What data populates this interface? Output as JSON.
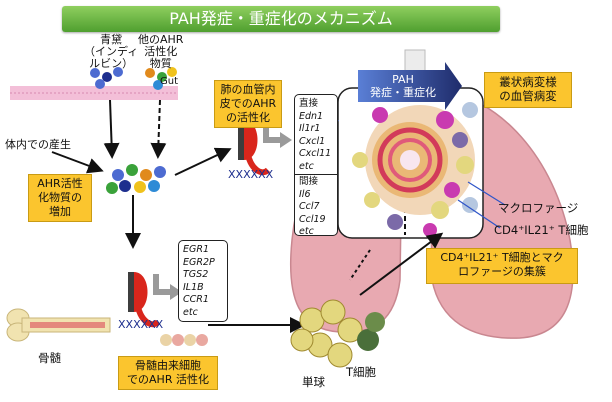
{
  "title": "PAH発症・重症化のメカニズム",
  "labels": {
    "indigo": [
      "青黛",
      "（インディ",
      "ルビン）"
    ],
    "other_ahr": [
      "他のAHR",
      "活性化",
      "物質"
    ],
    "gut": "Gut",
    "in_body": "体内での産生",
    "ahr_increase": [
      "AHR活性",
      "化物質の",
      "増加"
    ],
    "lung_endo": [
      "肺の血管内",
      "皮でのAHR",
      "の活性化"
    ],
    "pah_arrow": [
      "PAH",
      "発症・重症化"
    ],
    "plexiform": [
      "叢状病変様",
      "の血管病変"
    ],
    "macrophage": "マクロファージ",
    "cd4_t": "CD4⁺IL21⁺ T細胞",
    "cluster": [
      "CD4⁺IL21⁺ T細胞とマク",
      "ロファージの集簇"
    ],
    "bone_marrow": "骨髄",
    "bm_ahr": [
      "骨髄由来細胞",
      "でのAHR 活性化"
    ],
    "monocyte": "単球",
    "t_cell": "T細胞"
  },
  "gene_box_lung": {
    "direct_label": "直接",
    "direct": [
      "Edn1",
      "Il1r1",
      "Cxcl1",
      "Cxcl11",
      "etc"
    ],
    "indirect_label": "間接",
    "indirect": [
      "Il6",
      "Ccl7",
      "Ccl19",
      "etc"
    ]
  },
  "gene_box_bm": {
    "genes": [
      "EGR1",
      "EGR2P",
      "TGS2",
      "IL1B",
      "CCR1",
      "etc"
    ]
  },
  "colors": {
    "banner": "#5aa83a",
    "label_box": "#fbc52e",
    "lung": "#e8a9b1",
    "receptor": "#d9261c",
    "arrow_navy": "#1f2c6b"
  }
}
